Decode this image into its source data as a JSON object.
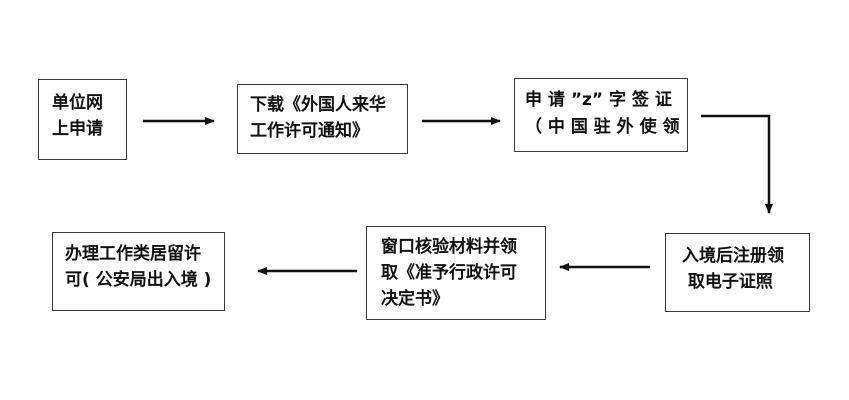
{
  "diagram": {
    "steps": [
      {
        "lines": [
          "单位网",
          "上申请"
        ]
      },
      {
        "lines": [
          "下载《外国人来华",
          "工作许可通知》"
        ]
      },
      {
        "lines": [
          "申 请 ”z” 字 签 证",
          "（ 中 国 驻 外 使 领"
        ]
      },
      {
        "lines": [
          "入境后注册领",
          " 取电子证照"
        ]
      },
      {
        "lines": [
          "窗口核验材料并领",
          "取《准予行政许可",
          "决定书》"
        ]
      },
      {
        "lines": [
          "办理工作类居留许",
          "可( 公安局出入境 )"
        ]
      }
    ],
    "colors": {
      "border": "#3a3a3a",
      "arrow": "#111111",
      "text": "#111111",
      "background": "#ffffff"
    }
  }
}
